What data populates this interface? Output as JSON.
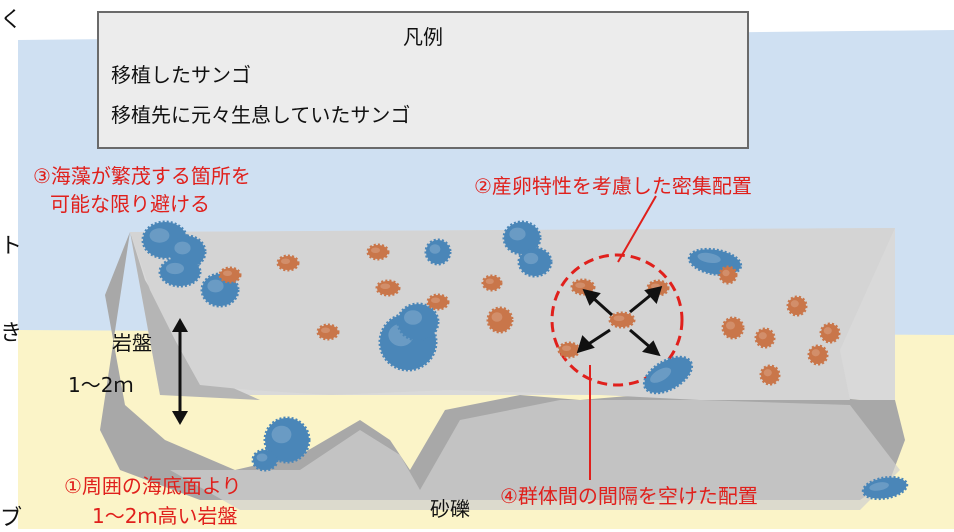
{
  "legend": {
    "title": "凡例",
    "transplanted_label": "移植したサンゴ",
    "native_label": "移植先に元々生息していたサンゴ"
  },
  "annotations": {
    "seaweed_line1": "③海藻が繁茂する箇所を",
    "seaweed_line2": "可能な限り避ける",
    "dense_layout": "②産卵特性を考慮した密集配置",
    "bedrock_line1": "①周囲の海底面より",
    "bedrock_line2": "1～2ｍ高い岩盤",
    "spacing": "④群体間の間隔を空けた配置"
  },
  "labels": {
    "bedrock": "岩盤",
    "height": "1～2ｍ",
    "gravel": "砂礫"
  },
  "edge_fragments": [
    "く",
    "ト",
    "き",
    "ブ"
  ],
  "colors": {
    "transplanted": "#c9764a",
    "native": "#4a86b8",
    "annotation": "#e0201c",
    "sky": "#cfe0f2",
    "sand": "#fbf4c8",
    "rock": "#bfbfbf"
  }
}
